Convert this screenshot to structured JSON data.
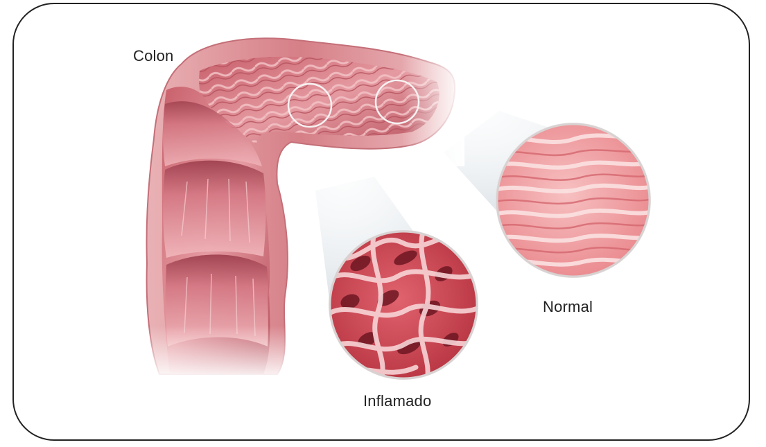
{
  "labels": {
    "colon": "Colon",
    "normal": "Normal",
    "inflamado": "Inflamado"
  },
  "colors": {
    "tissue_light": "#f4c4c4",
    "tissue_mid": "#e28a8f",
    "tissue_dark": "#b9525d",
    "wall": "#d99aa0",
    "inflamed_base": "#d24c58",
    "inflamed_dark": "#7a1d2a",
    "normal_base": "#f0a6a8",
    "beam": "#b9c5cf"
  }
}
